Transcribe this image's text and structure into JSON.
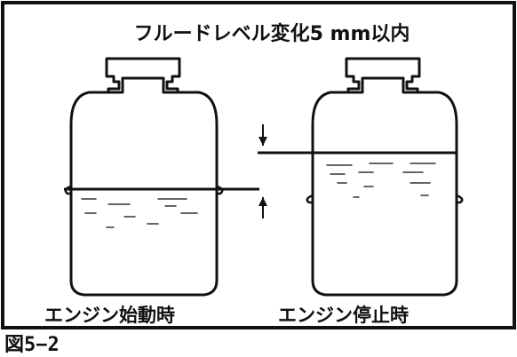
{
  "figure": {
    "title": "フルードレベル変化5 mm以内",
    "caption_left": "エンジン始動時",
    "caption_right": "エンジン停止時",
    "figure_number": "図5−2"
  },
  "colors": {
    "ink": "#111111",
    "background": "#ffffff"
  }
}
